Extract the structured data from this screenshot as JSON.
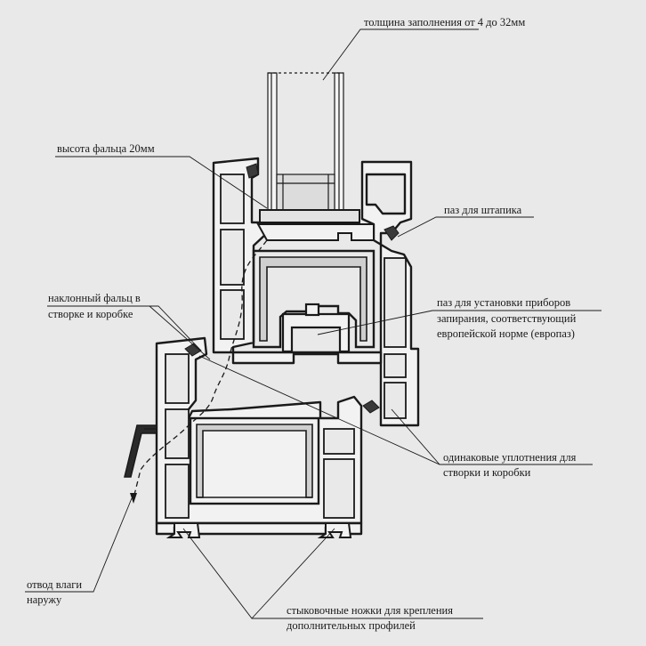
{
  "labels": {
    "fill_thickness": "толщина заполнения от 4 до 32мм",
    "rebate_height": "высота фальца 20мм",
    "bead_groove": "паз для штапика",
    "hardware_groove_1": "паз для установки приборов",
    "hardware_groove_2": "запирания, соответствующий",
    "hardware_groove_3": "европейской норме (европаз)",
    "inclined_rebate_1": "наклонный фальц в",
    "inclined_rebate_2": "створке и коробке",
    "same_seals_1": "одинаковые уплотнения для",
    "same_seals_2": "створки и коробки",
    "drainage_1": "отвод влаги",
    "drainage_2": "наружу",
    "docking_feet_1": "стыковочные ножки для крепления",
    "docking_feet_2": "дополнительных профилей"
  },
  "colors": {
    "background": "#e9e9e9",
    "line": "#1a1a1a",
    "steel": "#c9c9c9"
  }
}
